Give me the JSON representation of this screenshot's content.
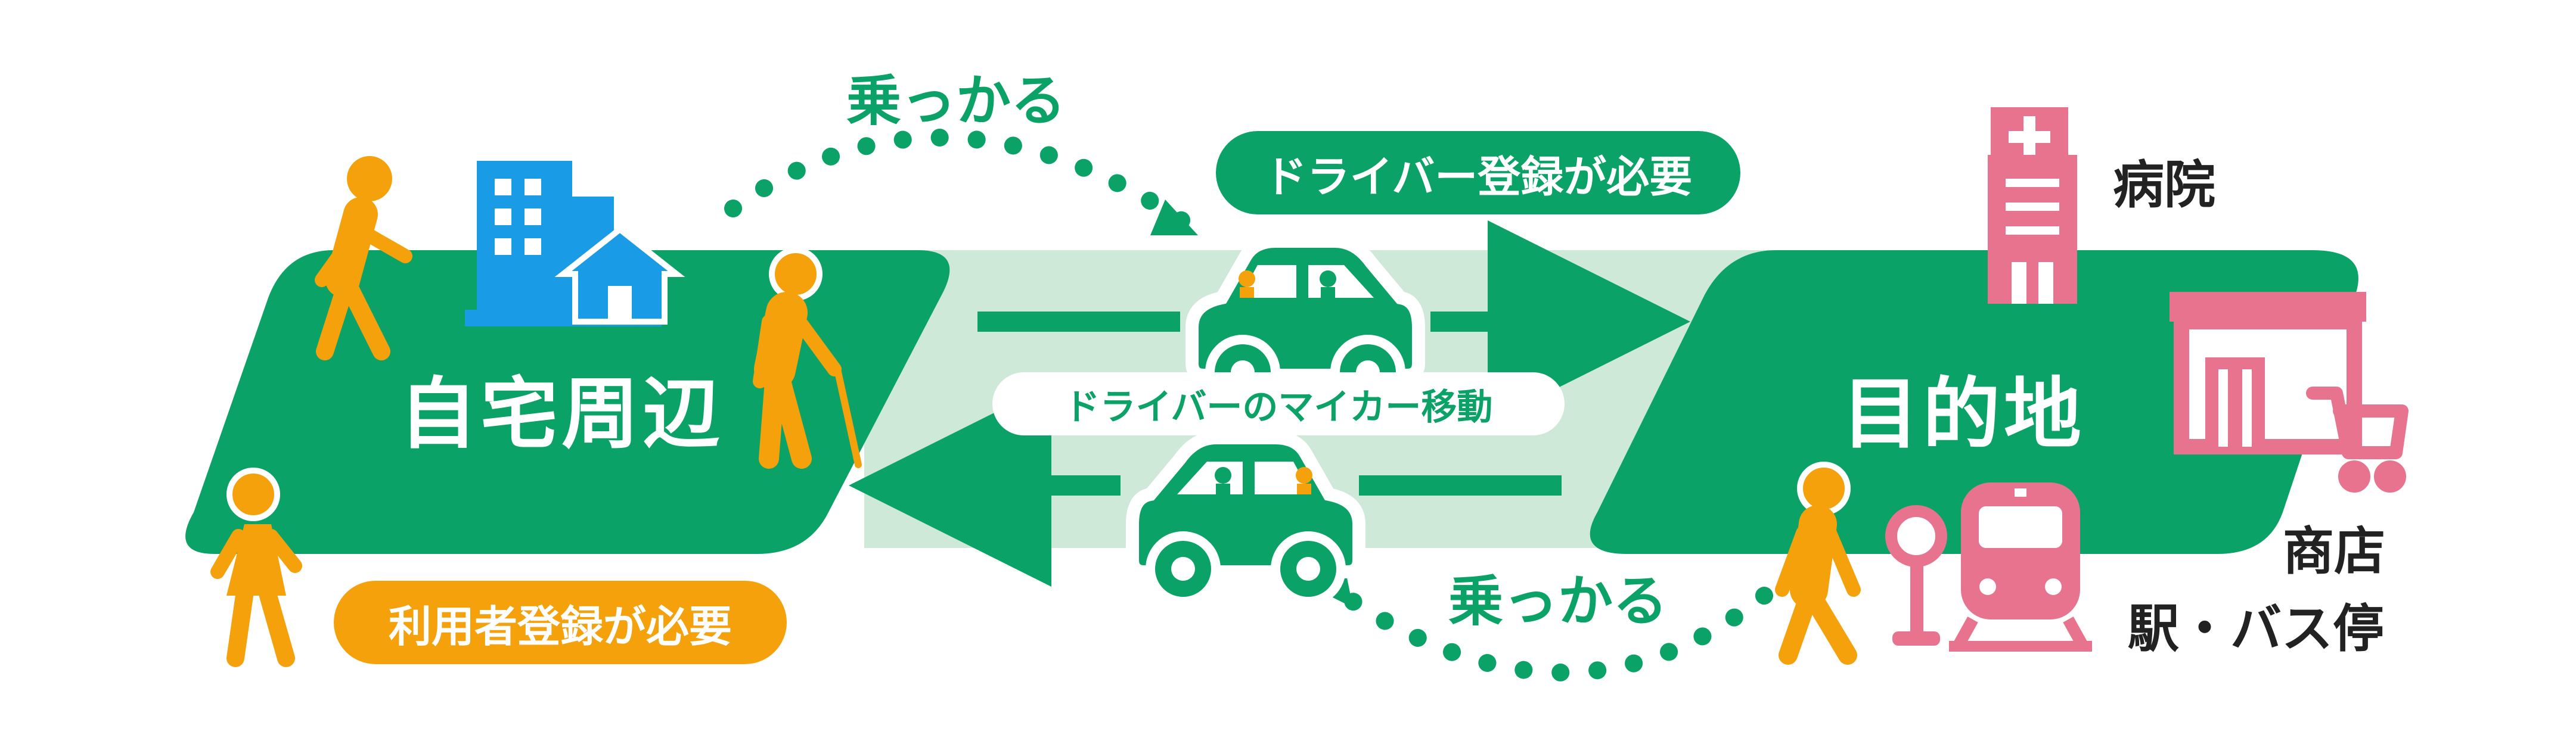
{
  "areas": {
    "home": "自宅周辺",
    "destination": "目的地"
  },
  "ride_labels": {
    "top": "乗っかる",
    "bottom": "乗っかる"
  },
  "pills": {
    "driver_registration": "ドライバー登録が必要",
    "driver_movement": "ドライバーのマイカー移動",
    "user_registration": "利用者登録が必要"
  },
  "destinations": {
    "hospital": "病院",
    "shop": "商店",
    "station": "駅・バス停"
  },
  "colors": {
    "green": "#0aa267",
    "light_green": "#cfe9d9",
    "orange": "#f4a10c",
    "blue": "#1a9be6",
    "pink": "#e8738f",
    "text_dark": "#222222"
  },
  "icons": [
    "walking-person-icon",
    "apartment-building-icon",
    "house-icon",
    "elderly-person-cane-icon",
    "car-icon",
    "hospital-icon",
    "shop-icon",
    "shopping-cart-icon",
    "train-icon",
    "bus-stop-icon"
  ]
}
